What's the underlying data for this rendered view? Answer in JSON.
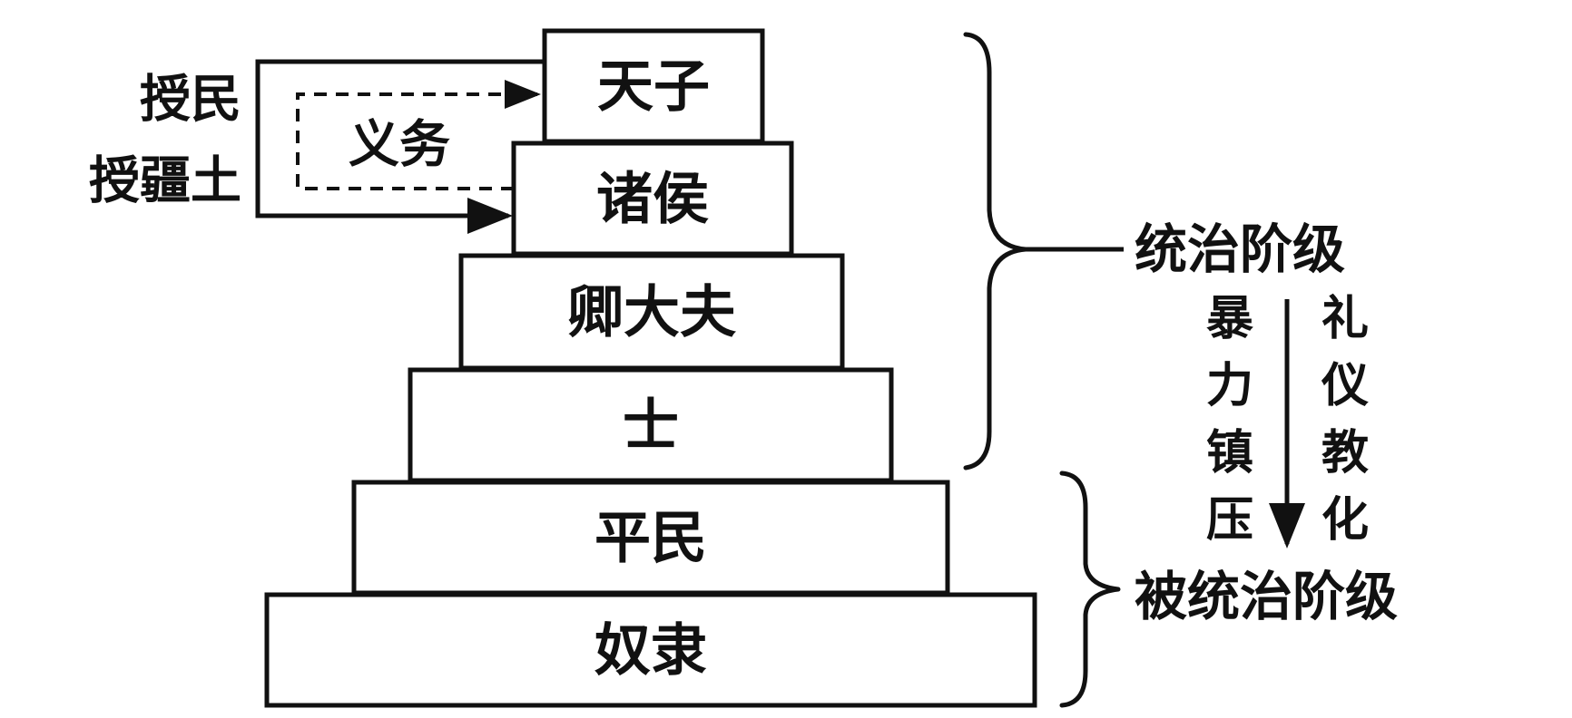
{
  "pyramid": {
    "tiers": [
      {
        "label": "天子"
      },
      {
        "label": "诸侯"
      },
      {
        "label": "卿大夫"
      },
      {
        "label": "士"
      },
      {
        "label": "平民"
      },
      {
        "label": "奴隶"
      }
    ]
  },
  "grant": {
    "line1": "授民",
    "line2": "授疆土",
    "duty": "义务"
  },
  "classes": {
    "ruling": "统治阶级",
    "ruled": "被统治阶级"
  },
  "control": {
    "left": [
      "暴",
      "力",
      "镇",
      "压"
    ],
    "right": [
      "礼",
      "仪",
      "教",
      "化"
    ]
  }
}
